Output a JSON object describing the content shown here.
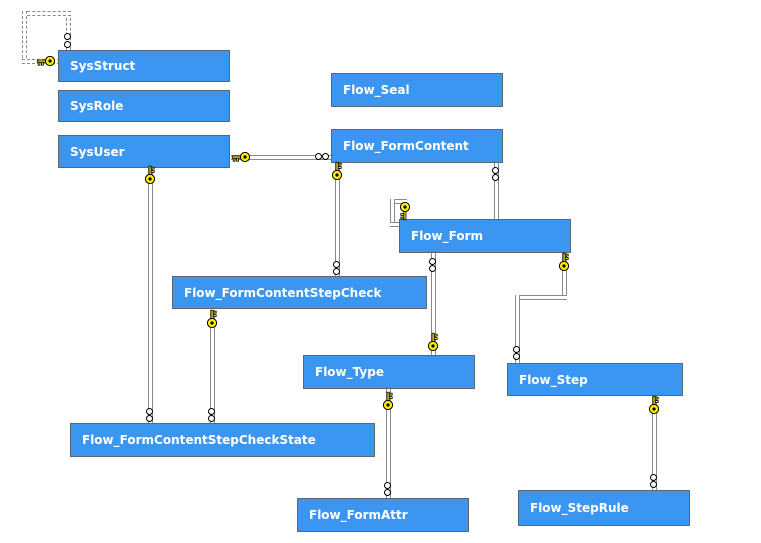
{
  "diagram": {
    "colors": {
      "background": "#FFFFFF",
      "entity_fill": "#3B96F2",
      "entity_border": "#5C6670",
      "entity_text": "#FFFFFF",
      "connector_line": "#8A8A8A",
      "key_icon": "#FFEB00",
      "many_marker": "#FFFFFF"
    },
    "entities": [
      {
        "id": "sysstruct",
        "label": "SysStruct"
      },
      {
        "id": "sysrole",
        "label": "SysRole"
      },
      {
        "id": "sysuser",
        "label": "SysUser"
      },
      {
        "id": "flow-seal",
        "label": "Flow_Seal"
      },
      {
        "id": "flow-formcontent",
        "label": "Flow_FormContent"
      },
      {
        "id": "flow-form",
        "label": "Flow_Form"
      },
      {
        "id": "flow-formcontentstepcheck",
        "label": "Flow_FormContentStepCheck"
      },
      {
        "id": "flow-type",
        "label": "Flow_Type"
      },
      {
        "id": "flow-step",
        "label": "Flow_Step"
      },
      {
        "id": "flow-formcontentstepcheckstate",
        "label": "Flow_FormContentStepCheckState"
      },
      {
        "id": "flow-formattr",
        "label": "Flow_FormAttr"
      },
      {
        "id": "flow-steprule",
        "label": "Flow_StepRule"
      }
    ],
    "relationships": [
      {
        "parent": "SysStruct",
        "child": "SysStruct",
        "self_reference": true,
        "parent_marker": "key",
        "child_marker": "many",
        "line_style": "dashed"
      },
      {
        "parent": "SysUser",
        "child": "Flow_FormContent",
        "self_reference": false,
        "parent_marker": "key",
        "child_marker": "many",
        "line_style": "solid"
      },
      {
        "parent": "SysUser",
        "child": "Flow_FormContentStepCheckState",
        "self_reference": false,
        "parent_marker": "key",
        "child_marker": "many",
        "line_style": "solid"
      },
      {
        "parent": "Flow_FormContent",
        "child": "Flow_FormContentStepCheck",
        "self_reference": false,
        "parent_marker": "key",
        "child_marker": "many",
        "line_style": "solid"
      },
      {
        "parent": "Flow_Form",
        "child": "Flow_FormContent",
        "self_reference": false,
        "parent_marker": "none-visible",
        "child_marker": "many",
        "line_style": "solid"
      },
      {
        "parent": "Flow_Form",
        "child": "Flow_Form",
        "self_reference": true,
        "parent_marker": "key",
        "child_marker": "none-visible",
        "line_style": "solid"
      },
      {
        "parent": "Flow_Type",
        "child": "Flow_Form",
        "self_reference": false,
        "parent_marker": "key",
        "child_marker": "many",
        "line_style": "solid"
      },
      {
        "parent": "Flow_Form",
        "child": "Flow_Step",
        "self_reference": false,
        "parent_marker": "key",
        "child_marker": "many",
        "line_style": "solid"
      },
      {
        "parent": "Flow_Type",
        "child": "Flow_FormAttr",
        "self_reference": false,
        "parent_marker": "key",
        "child_marker": "many",
        "line_style": "solid"
      },
      {
        "parent": "Flow_Step",
        "child": "Flow_StepRule",
        "self_reference": false,
        "parent_marker": "key",
        "child_marker": "many",
        "line_style": "solid"
      },
      {
        "parent": "Flow_FormContentStepCheck",
        "child": "Flow_FormContentStepCheckState",
        "self_reference": false,
        "parent_marker": "key",
        "child_marker": "many",
        "line_style": "solid"
      }
    ]
  }
}
